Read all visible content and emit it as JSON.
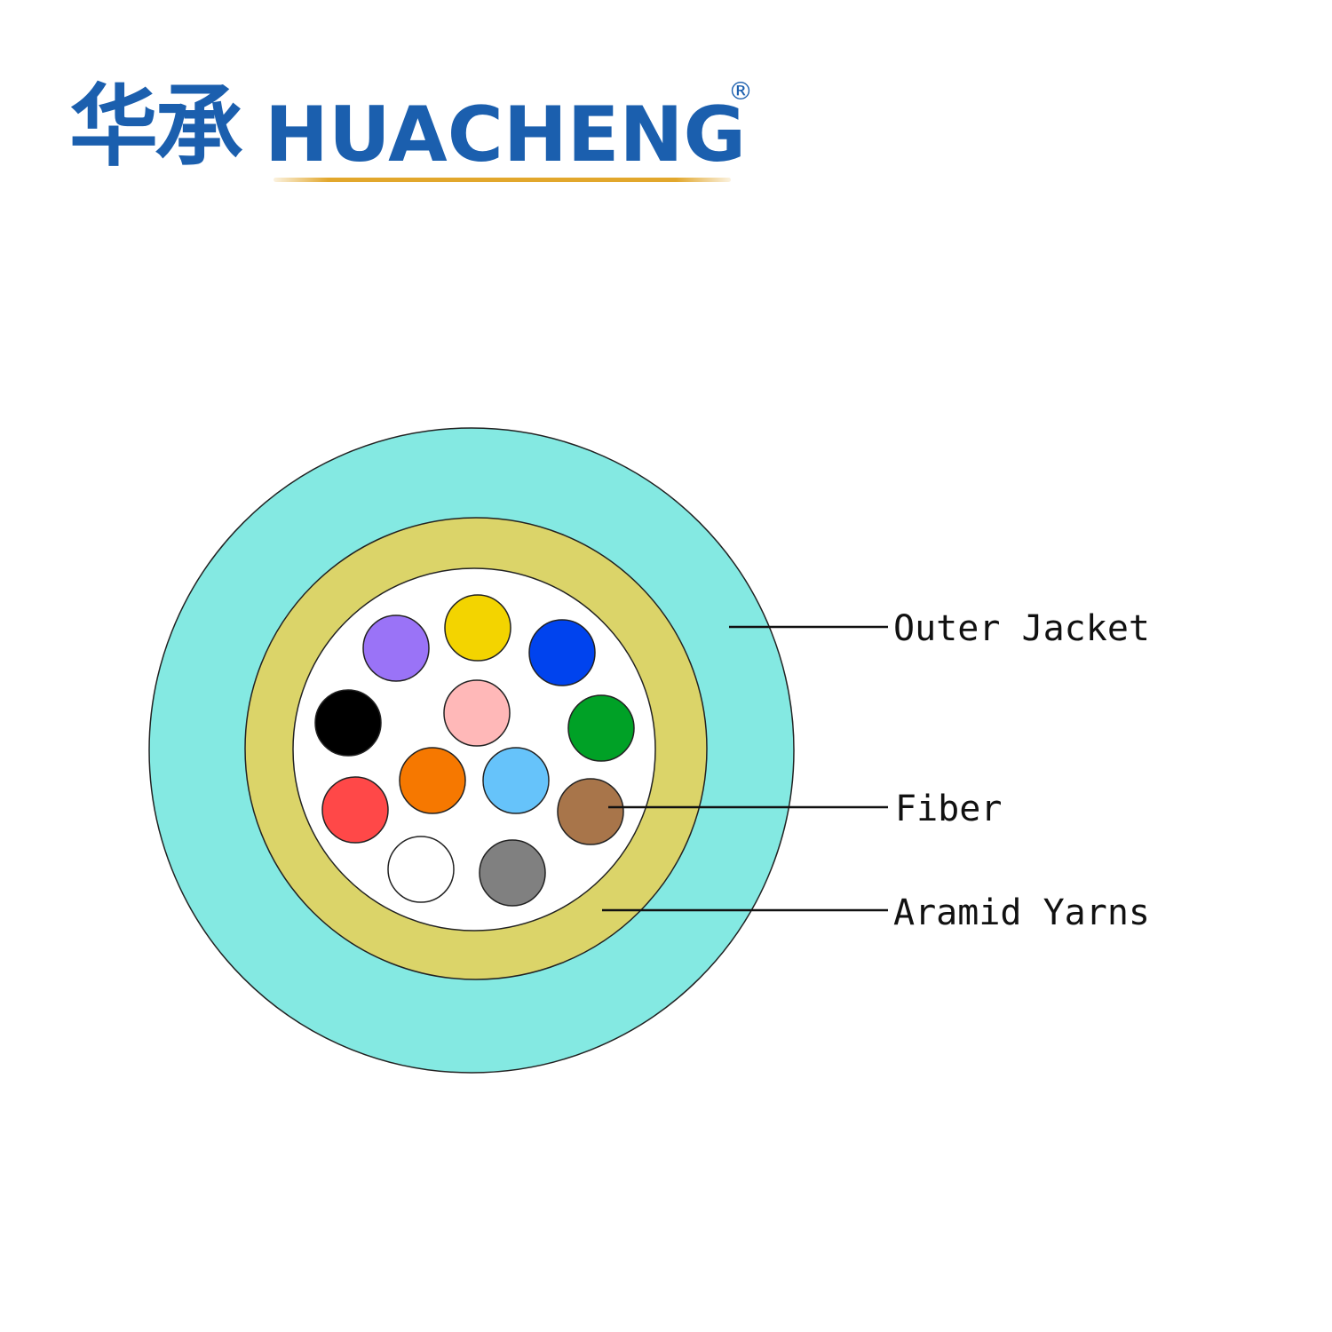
{
  "brand": {
    "name_cn": "华承",
    "name_en": "HUACHENG",
    "registered_mark": "®",
    "color": "#1b5fae",
    "underline_color": "#e2a72c"
  },
  "cable": {
    "outer_jacket_color": "#84e9e2",
    "aramid_color": "#dbd469",
    "core_color": "#ffffff",
    "fiber_colors": [
      "#9a73f7",
      "#f3d400",
      "#0043ee",
      "#000000",
      "#ffb8b8",
      "#00a126",
      "#f67800",
      "#66c3fa",
      "#ff4848",
      "#a8754a",
      "#ffffff",
      "#808080"
    ]
  },
  "callouts": {
    "outer_jacket": "Outer Jacket",
    "fiber": "Fiber",
    "aramid_yarns": "Aramid Yarns"
  }
}
